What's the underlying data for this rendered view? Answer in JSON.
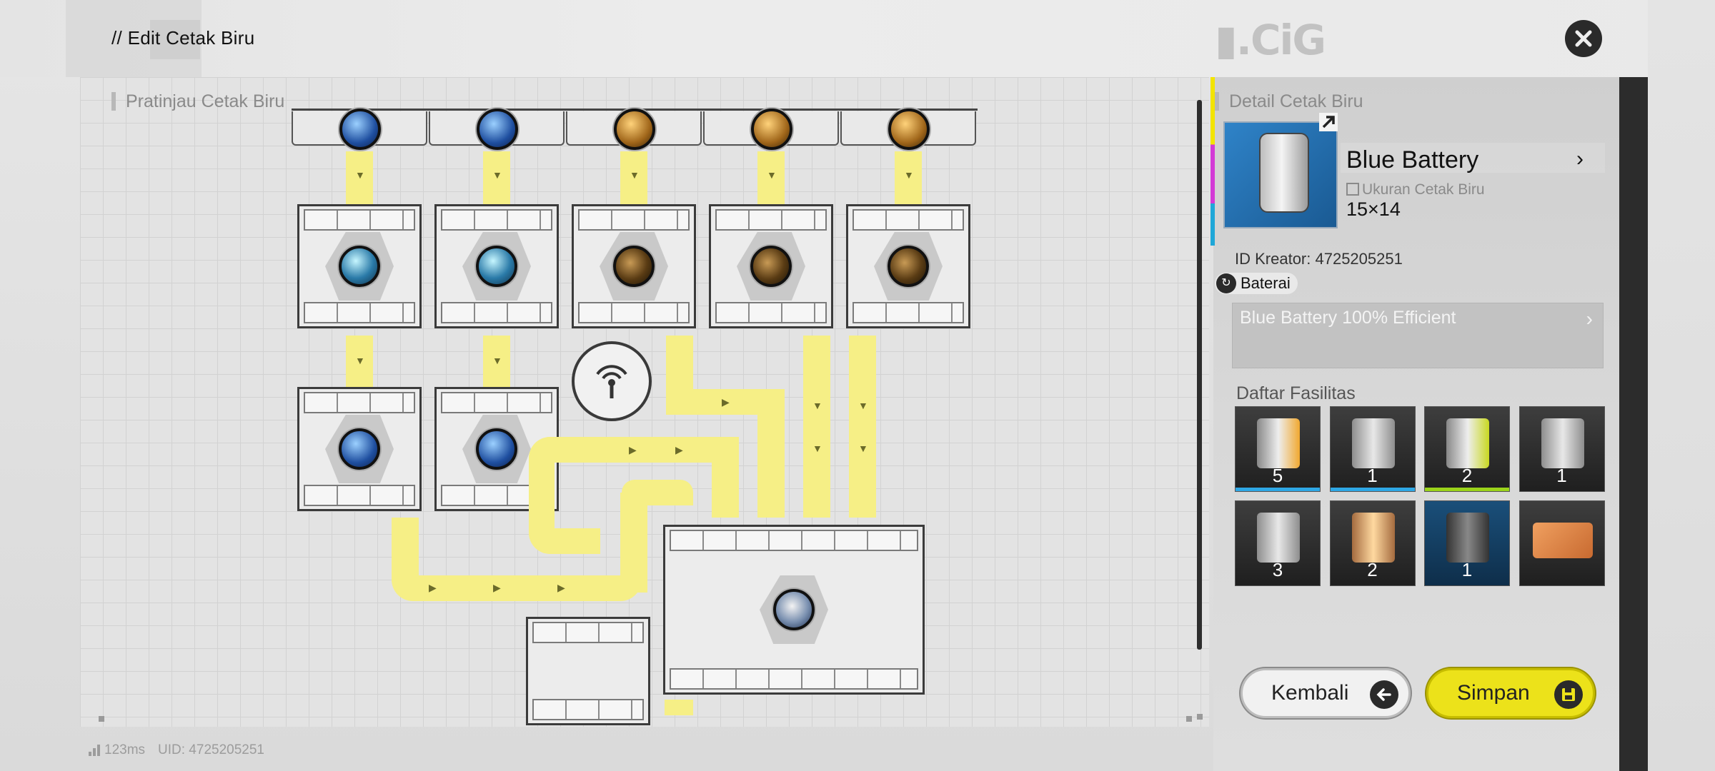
{
  "header": {
    "title": "// Edit Cetak Biru",
    "logo_text": "▮.CiG"
  },
  "preview": {
    "label": "Pratinjau Cetak Biru"
  },
  "status": {
    "latency": "123ms",
    "uid": "UID: 4725205251"
  },
  "detail": {
    "label": "Detail Cetak Biru",
    "blueprint_name": "Blue Battery",
    "size_label": "Ukuran Cetak Biru",
    "size_value": "15×14",
    "creator_id": "ID Kreator: 4725205251",
    "tag": "Baterai",
    "description": "Blue Battery 100% Efficient",
    "facilities_label": "Daftar Fasilitas",
    "facilities": [
      {
        "count": "5",
        "strip": "#2ea8e6"
      },
      {
        "count": "1",
        "strip": "#2ea8e6"
      },
      {
        "count": "2",
        "strip": "#9bd41a"
      },
      {
        "count": "1",
        "strip": ""
      },
      {
        "count": "3",
        "strip": ""
      },
      {
        "count": "2",
        "strip": ""
      },
      {
        "count": "1",
        "strip": ""
      },
      {
        "count": "",
        "strip": ""
      }
    ]
  },
  "actions": {
    "back_label": "Kembali",
    "save_label": "Simpan"
  },
  "colors": {
    "accent_yellow": "#ece21a",
    "belt_yellow": "#f6ef86",
    "dark": "#2a2a2a"
  }
}
